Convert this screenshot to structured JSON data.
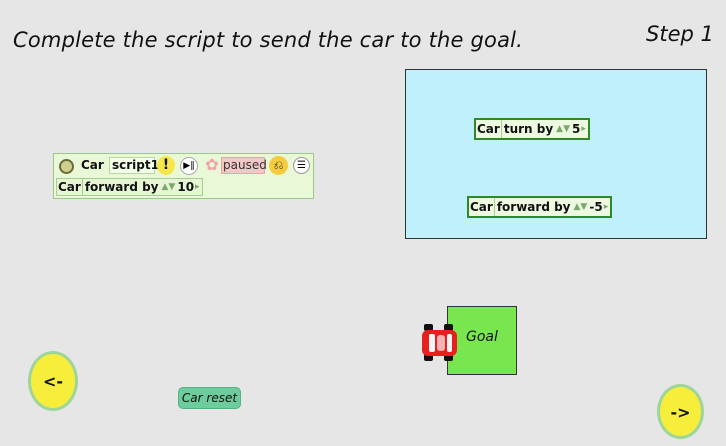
{
  "page": {
    "title": "Complete the script to send the car to the goal.",
    "step_label": "Step 1"
  },
  "script_editor": {
    "player": "Car",
    "script_name": "script1",
    "bang": "!",
    "status": "paused",
    "tiles": [
      {
        "player": "Car",
        "command": "forward by",
        "value": "10"
      }
    ]
  },
  "palette": {
    "tiles": [
      {
        "player": "Car",
        "command": "turn by",
        "value": "5"
      },
      {
        "player": "Car",
        "command": "forward by",
        "value": "-5"
      }
    ]
  },
  "world": {
    "goal_label": "Goal",
    "goal_color": "#7ae64f",
    "car_color": "#e81f1f"
  },
  "controls": {
    "prev_label": "<-",
    "next_label": "->",
    "reset_label": "Car reset"
  },
  "colors": {
    "background": "#e6e6e6",
    "palette_bg": "#bff0fb",
    "script_bg": "#e9f9d8",
    "button_yellow": "#f7ee3c",
    "reset_green": "#6ccc9b"
  }
}
